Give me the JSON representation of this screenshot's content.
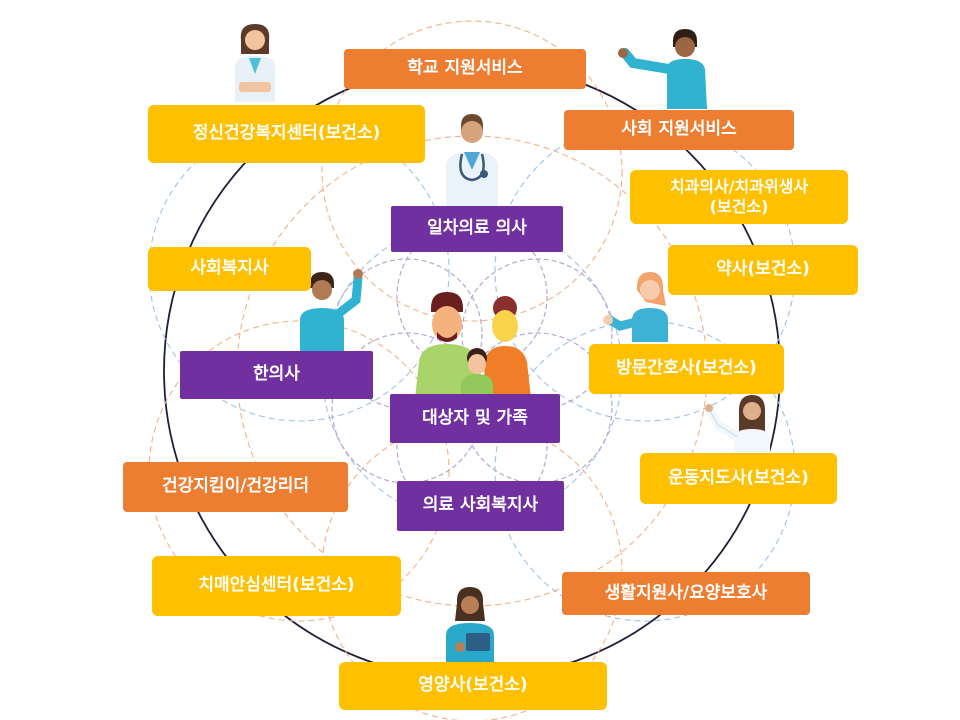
{
  "colors": {
    "yellow": "#FFC000",
    "orange": "#ED7D31",
    "purple": "#7030A0",
    "circle_outline": "#1F1F3A",
    "dash_orange": "#F4B183",
    "dash_blue": "#9DC3E6",
    "dash_purple": "#B4A7D6"
  },
  "center": {
    "label": "대상자 및 가족"
  },
  "inner": {
    "primary_doctor": "일차의료 의사",
    "korean_medicine_doctor": "한의사",
    "medical_social_worker": "의료 사회복지사"
  },
  "outer": {
    "school_support": "학교 지원서비스",
    "social_support": "사회 지원서비스",
    "mental_health_center": "정신건강복지센터(보건소)",
    "dentist": "치과의사/치과위생사\n(보건소)",
    "social_worker": "사회복지사",
    "pharmacist": "약사(보건소)",
    "visiting_nurse": "방문간호사(보건소)",
    "health_keeper": "건강지킴이/건강리더",
    "exercise_instructor": "운동지도사(보건소)",
    "dementia_center": "치매안심센터(보건소)",
    "care_worker": "생활지원사/요양보호사",
    "nutritionist": "영양사(보건소)"
  },
  "icons": [
    "doctor-woman-icon",
    "man-waving-icon",
    "doctor-stethoscope-icon",
    "man-pointing-icon",
    "nurse-pointing-icon",
    "family-icon",
    "woman-pointing-icon",
    "nutritionist-tablet-icon"
  ]
}
